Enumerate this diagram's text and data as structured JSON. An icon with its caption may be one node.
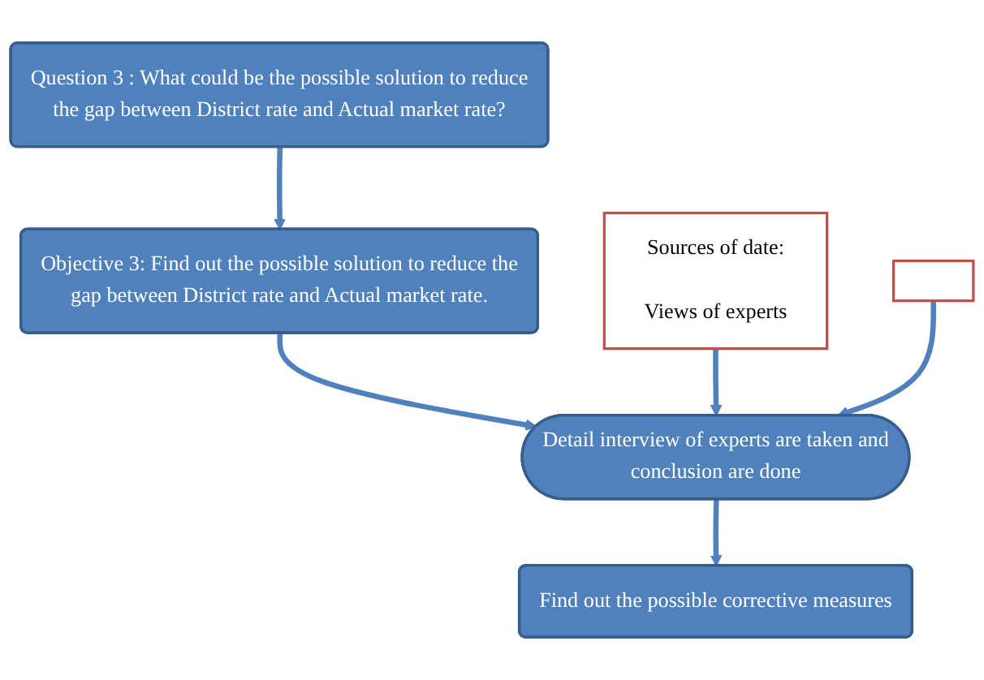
{
  "diagram": {
    "nodes": [
      {
        "text": [
          "Question 3 : What could be the possible solution to reduce the gap between District rate and Actual market rate?"
        ]
      },
      {
        "text": [
          "Objective 3: Find out the possible solution to reduce the gap between District rate and Actual market rate."
        ]
      },
      {
        "text": [
          "Detail interview of experts are taken and conclusion are done"
        ]
      },
      {
        "text": [
          "Sources of date:",
          "Views of experts"
        ]
      },
      {
        "text": [],
        "shape": "box"
      },
      {
        "text": [
          "Find out the possible corrective measures"
        ]
      }
    ],
    "edges": [
      {
        "from": 0,
        "to": 1,
        "arrow": "to"
      },
      {
        "from": 1,
        "to": 2,
        "arrow": "to"
      },
      {
        "from": 3,
        "to": 2,
        "arrow": "to"
      },
      {
        "from": 4,
        "to": 2,
        "arrow": "to"
      },
      {
        "from": 2,
        "to": 5,
        "arrow": "to"
      }
    ]
  }
}
